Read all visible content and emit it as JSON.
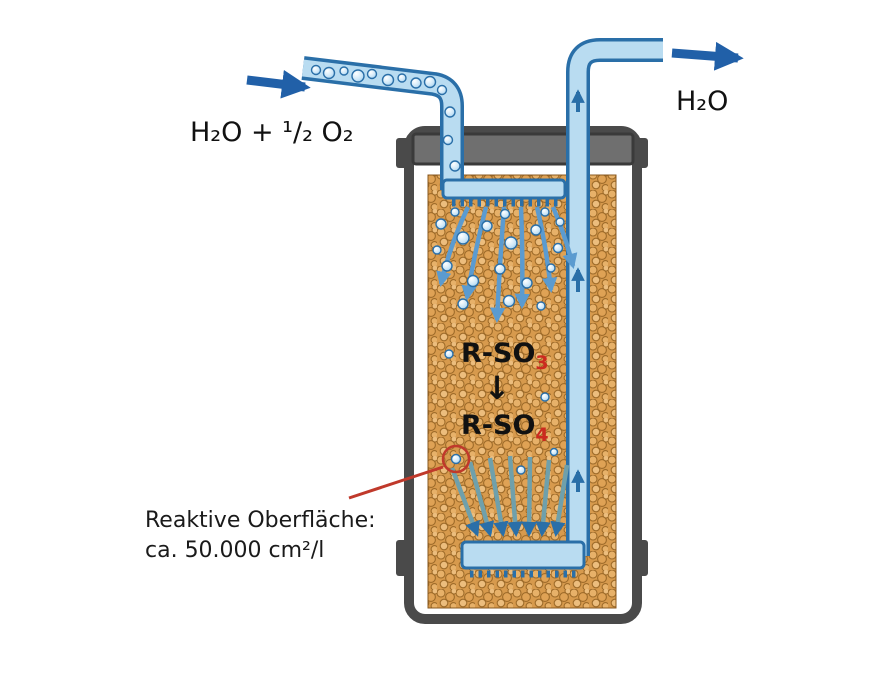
{
  "diagram": {
    "inlet_label": "H₂O + ¹/₂ O₂",
    "outlet_label": "H₂O",
    "reaction": {
      "educt_base": "R-SO",
      "educt_sub": "3",
      "arrow": "↓",
      "product_base": "R-SO",
      "product_sub": "4"
    },
    "annotation": {
      "line1": "Reaktive Oberfläche:",
      "line2": "ca. 50.000 cm²/l"
    },
    "colors": {
      "pipe_fill": "#b9dcf1",
      "pipe_outline": "#2a6fa8",
      "flow_arrow_blue": "#5b9bd0",
      "collect_arrow_teal": "#6fa0ab",
      "media_tan": "#d79a4d",
      "media_grain_light": "#e7b169",
      "media_grain_outline": "#9e6b29",
      "vessel_gray": "#4a4a4a",
      "lid_gray": "#6f6f6f",
      "accent_red": "#c0392b",
      "subscript_red": "#cc2a1f",
      "text_color": "#1a1a1a"
    }
  }
}
